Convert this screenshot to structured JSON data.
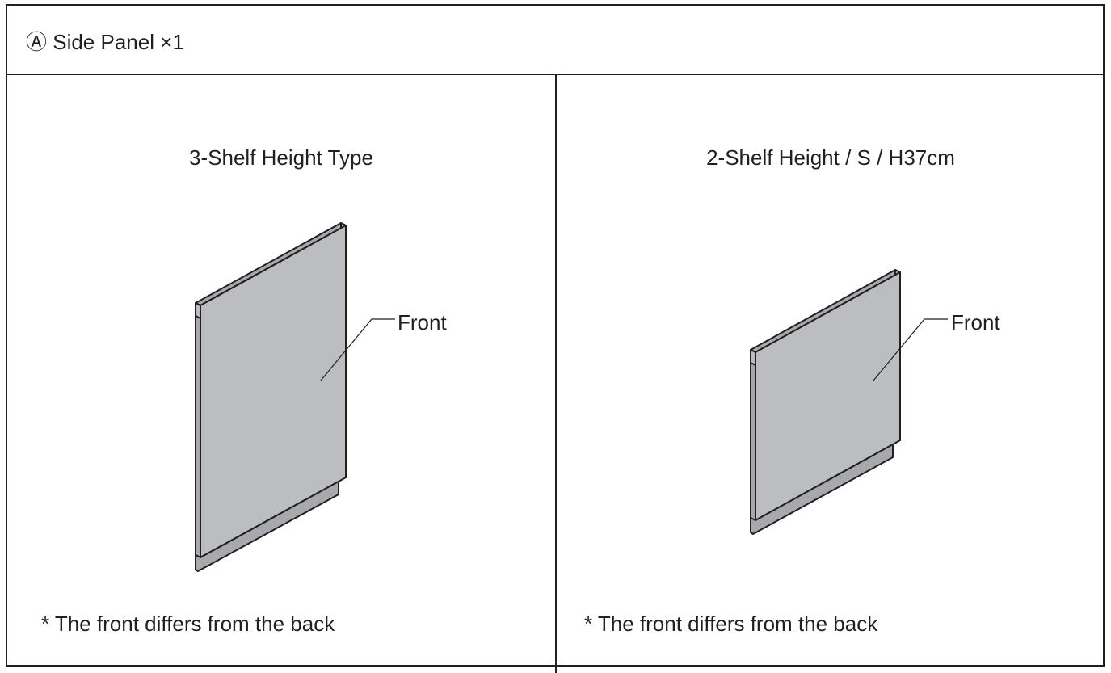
{
  "header": {
    "title": "Ⓐ Side Panel ×1"
  },
  "panels": [
    {
      "title": "3-Shelf Height Type",
      "front_label": "Front",
      "note": "* The front differs from the back"
    },
    {
      "title": "2-Shelf Height / S / H37cm",
      "front_label": "Front",
      "note": "* The front differs from the back"
    }
  ],
  "colors": {
    "line": "#231f20",
    "panel_face": "#bcbdc0",
    "panel_edge": "#a7a9ac",
    "background": "#ffffff"
  }
}
